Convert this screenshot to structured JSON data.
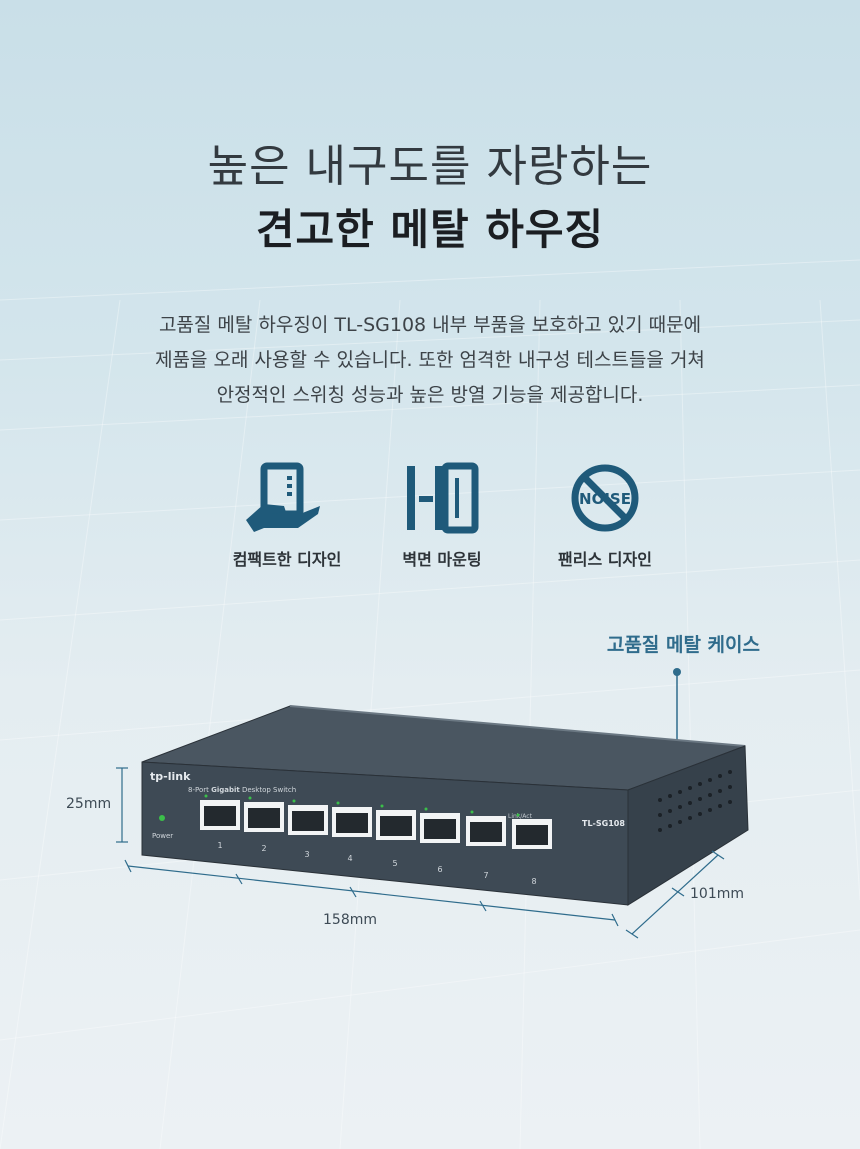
{
  "heading": {
    "line1": "높은 내구도를 자랑하는",
    "line2": "견고한 메탈 하우징"
  },
  "description": {
    "lines": [
      "고품질 메탈 하우징이 TL-SG108 내부 부품을 보호하고 있기 때문에",
      "제품을 오래 사용할 수 있습니다. 또한 엄격한 내구성 테스트들을 거쳐",
      "안정적인 스위칭 성능과 높은 방열 기능을 제공합니다."
    ]
  },
  "features": [
    {
      "label": "컴팩트한 디자인",
      "icon": "compact-hand-icon"
    },
    {
      "label": "벽면 마운팅",
      "icon": "wall-mount-icon"
    },
    {
      "label": "팬리스 디자인",
      "icon": "no-noise-icon",
      "icon_text": "NOISE"
    }
  ],
  "callout": {
    "label": "고품질 메탈 케이스"
  },
  "device": {
    "brand": "tp-link",
    "subtitle_prefix": "8-Port ",
    "subtitle_bold": "Gigabit",
    "subtitle_suffix": " Desktop Switch",
    "model": "TL-SG108",
    "power_label": "Power",
    "link_label": "Link/Act",
    "ports": [
      "1",
      "2",
      "3",
      "4",
      "5",
      "6",
      "7",
      "8"
    ]
  },
  "dimensions": {
    "height": "25mm",
    "width": "158mm",
    "depth": "101mm"
  },
  "colors": {
    "accent": "#2f6c8c",
    "icon": "#1f5a7a",
    "device_body": "#3e4a55"
  }
}
